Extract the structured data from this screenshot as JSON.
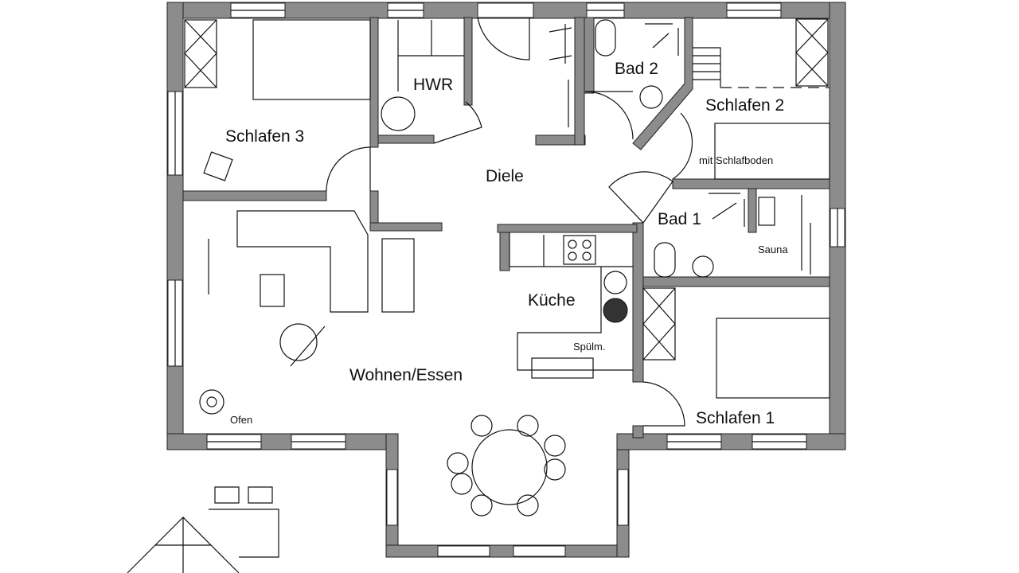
{
  "rooms": {
    "schlafen3": "Schlafen 3",
    "hwr": "HWR",
    "bad2": "Bad 2",
    "schlafen2": "Schlafen 2",
    "schlafen2_note": "mit Schlafboden",
    "diele": "Diele",
    "bad1": "Bad 1",
    "sauna": "Sauna",
    "kueche": "Küche",
    "spuelm": "Spülm.",
    "wohnen": "Wohnen/Essen",
    "ofen": "Ofen",
    "schlafen1": "Schlafen 1"
  },
  "colors": {
    "wall": "#8c8c8c",
    "line": "#111111"
  }
}
